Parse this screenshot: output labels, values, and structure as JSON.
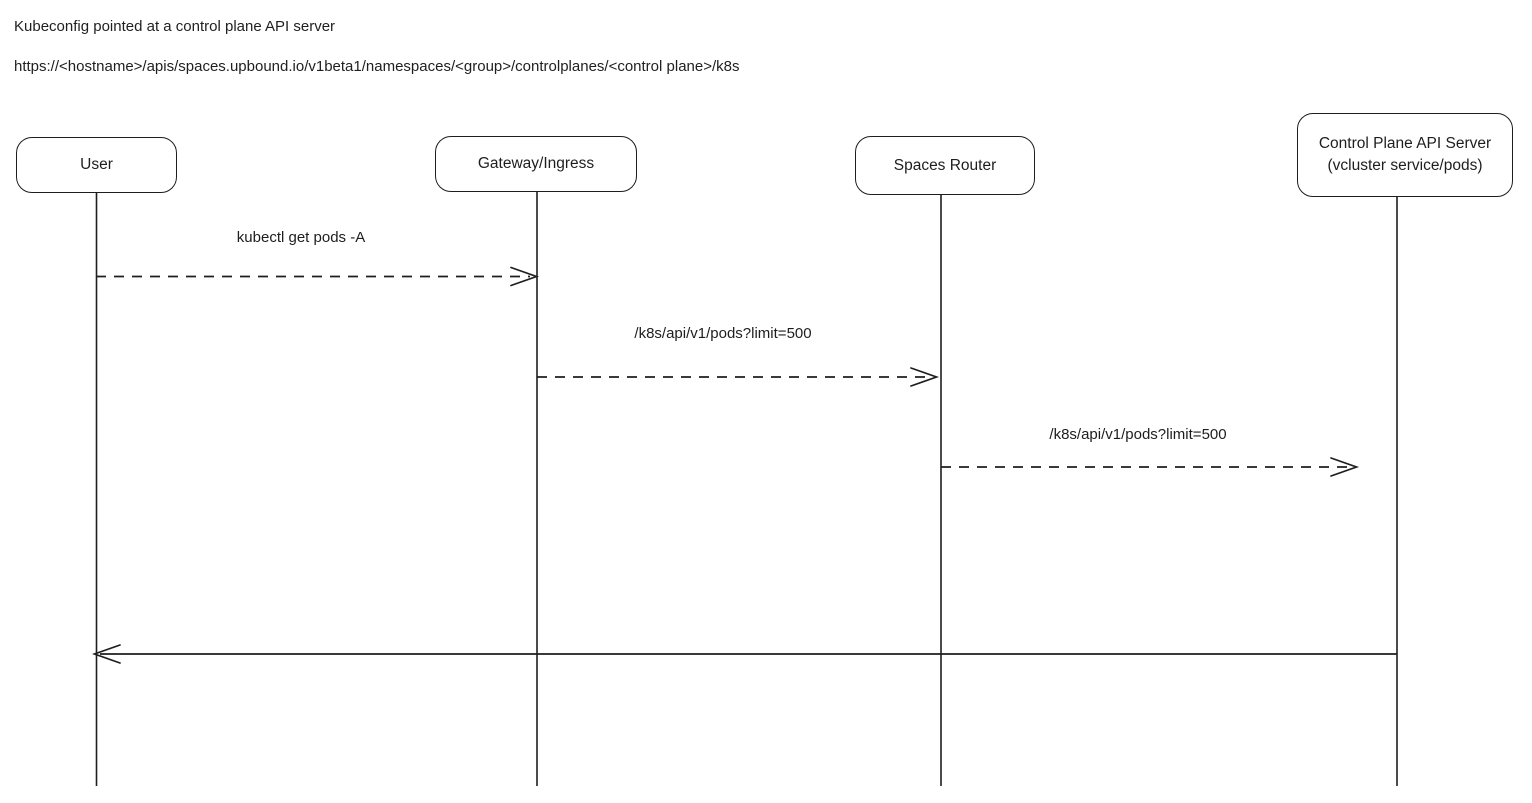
{
  "header": {
    "title": "Kubeconfig pointed at a control plane API server",
    "url": "https://<hostname>/apis/spaces.upbound.io/v1beta1/namespaces/<group>/controlplanes/<control plane>/k8s"
  },
  "actors": [
    {
      "id": "user",
      "label": "User"
    },
    {
      "id": "gateway-ingress",
      "label": "Gateway/Ingress"
    },
    {
      "id": "spaces-router",
      "label": "Spaces Router"
    },
    {
      "id": "control-plane-api-server",
      "label": "Control Plane API Server\n(vcluster service/pods)"
    }
  ],
  "messages": [
    {
      "from": "User",
      "to": "Gateway/Ingress",
      "label": "kubectl get pods -A",
      "line_style": "dashed"
    },
    {
      "from": "Gateway/Ingress",
      "to": "Spaces Router",
      "label": "/k8s/api/v1/pods?limit=500",
      "line_style": "dashed"
    },
    {
      "from": "Spaces Router",
      "to": "Control Plane API Server",
      "label": "/k8s/api/v1/pods?limit=500",
      "line_style": "dashed"
    },
    {
      "from": "Control Plane API Server",
      "to": "User",
      "label": "",
      "line_style": "solid"
    }
  ],
  "colors": {
    "stroke": "#1e1e1e",
    "text": "#1e1e1e",
    "background": "#ffffff"
  }
}
